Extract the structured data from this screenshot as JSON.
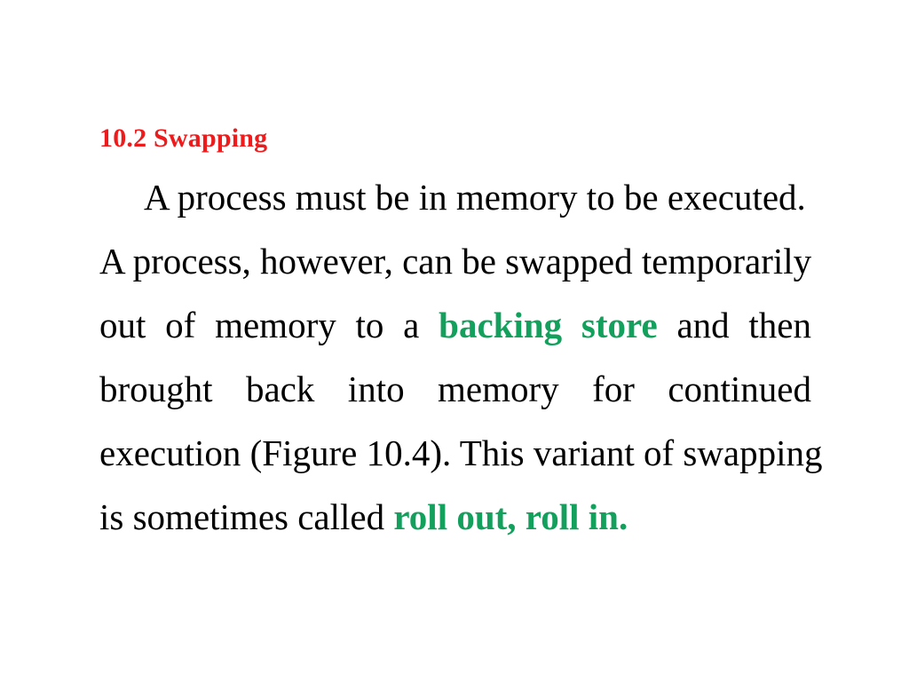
{
  "slide": {
    "background_color": "#ffffff",
    "heading": {
      "label": "10.2 Swapping",
      "color": "#ed1b1b"
    },
    "colors": {
      "text": "#000000",
      "heading_red": "#ed1b1b",
      "keyword_green": "#12a05c"
    },
    "paragraph": {
      "full_text": "A process must be in memory to be executed. A process, however, can be swapped temporarily out of memory to a backing store and then brought back into memory for continued execution (Figure 10.4). This variant of swapping is sometimes called roll out, roll in.",
      "lines": [
        {
          "id": "line-1",
          "justified": false,
          "first_line_indent": true,
          "segments": [
            {
              "text": "A process must be in memory to be executed.",
              "style": "plain"
            }
          ]
        },
        {
          "id": "line-2",
          "justified": false,
          "first_line_indent": false,
          "segments": [
            {
              "text": "A process, however, can be swapped temporarily",
              "style": "plain"
            }
          ]
        },
        {
          "id": "line-3",
          "justified": true,
          "first_line_indent": false,
          "words": [
            {
              "text": "out",
              "style": "plain"
            },
            {
              "text": "of",
              "style": "plain"
            },
            {
              "text": "memory",
              "style": "plain"
            },
            {
              "text": "to",
              "style": "plain"
            },
            {
              "text": "a",
              "style": "plain"
            },
            {
              "text": "backing",
              "style": "keyword-green"
            },
            {
              "text": "store",
              "style": "keyword-green"
            },
            {
              "text": "and",
              "style": "plain"
            },
            {
              "text": "then",
              "style": "plain"
            }
          ]
        },
        {
          "id": "line-4",
          "justified": true,
          "first_line_indent": false,
          "words": [
            {
              "text": "brought",
              "style": "plain"
            },
            {
              "text": "back",
              "style": "plain"
            },
            {
              "text": "into",
              "style": "plain"
            },
            {
              "text": "memory",
              "style": "plain"
            },
            {
              "text": "for",
              "style": "plain"
            },
            {
              "text": "continued",
              "style": "plain"
            }
          ]
        },
        {
          "id": "line-5",
          "justified": false,
          "first_line_indent": false,
          "segments": [
            {
              "text": "execution (Figure 10.4). This variant of swapping",
              "style": "plain"
            }
          ]
        },
        {
          "id": "line-6",
          "justified": false,
          "first_line_indent": false,
          "segments": [
            {
              "text": "is sometimes called ",
              "style": "plain"
            },
            {
              "text": "roll out",
              "style": "keyword-green"
            },
            {
              "text": ", ",
              "style": "keyword-green"
            },
            {
              "text": "roll in",
              "style": "keyword-green"
            },
            {
              "text": ".",
              "style": "keyword-green"
            }
          ]
        }
      ]
    },
    "text_runs": {
      "line1_text": "A process must be in memory to be executed.",
      "line2_text": "A process, however, can be swapped temporarily",
      "line3_w1": "out",
      "line3_w2": "of",
      "line3_w3": "memory",
      "line3_w4": "to",
      "line3_w5": "a",
      "line3_w6": "backing",
      "line3_w7": "store",
      "line3_w8": "and",
      "line3_w9": "then",
      "line4_w1": "brought",
      "line4_w2": "back",
      "line4_w3": "into",
      "line4_w4": "memory",
      "line4_w5": "for",
      "line4_w6": "continued",
      "line5_text": "execution (Figure 10.4). This variant of swapping",
      "line6_lead": "is sometimes called ",
      "line6_kw1": "roll out",
      "line6_comma": ", ",
      "line6_kw2": "roll in",
      "line6_period": "."
    }
  }
}
